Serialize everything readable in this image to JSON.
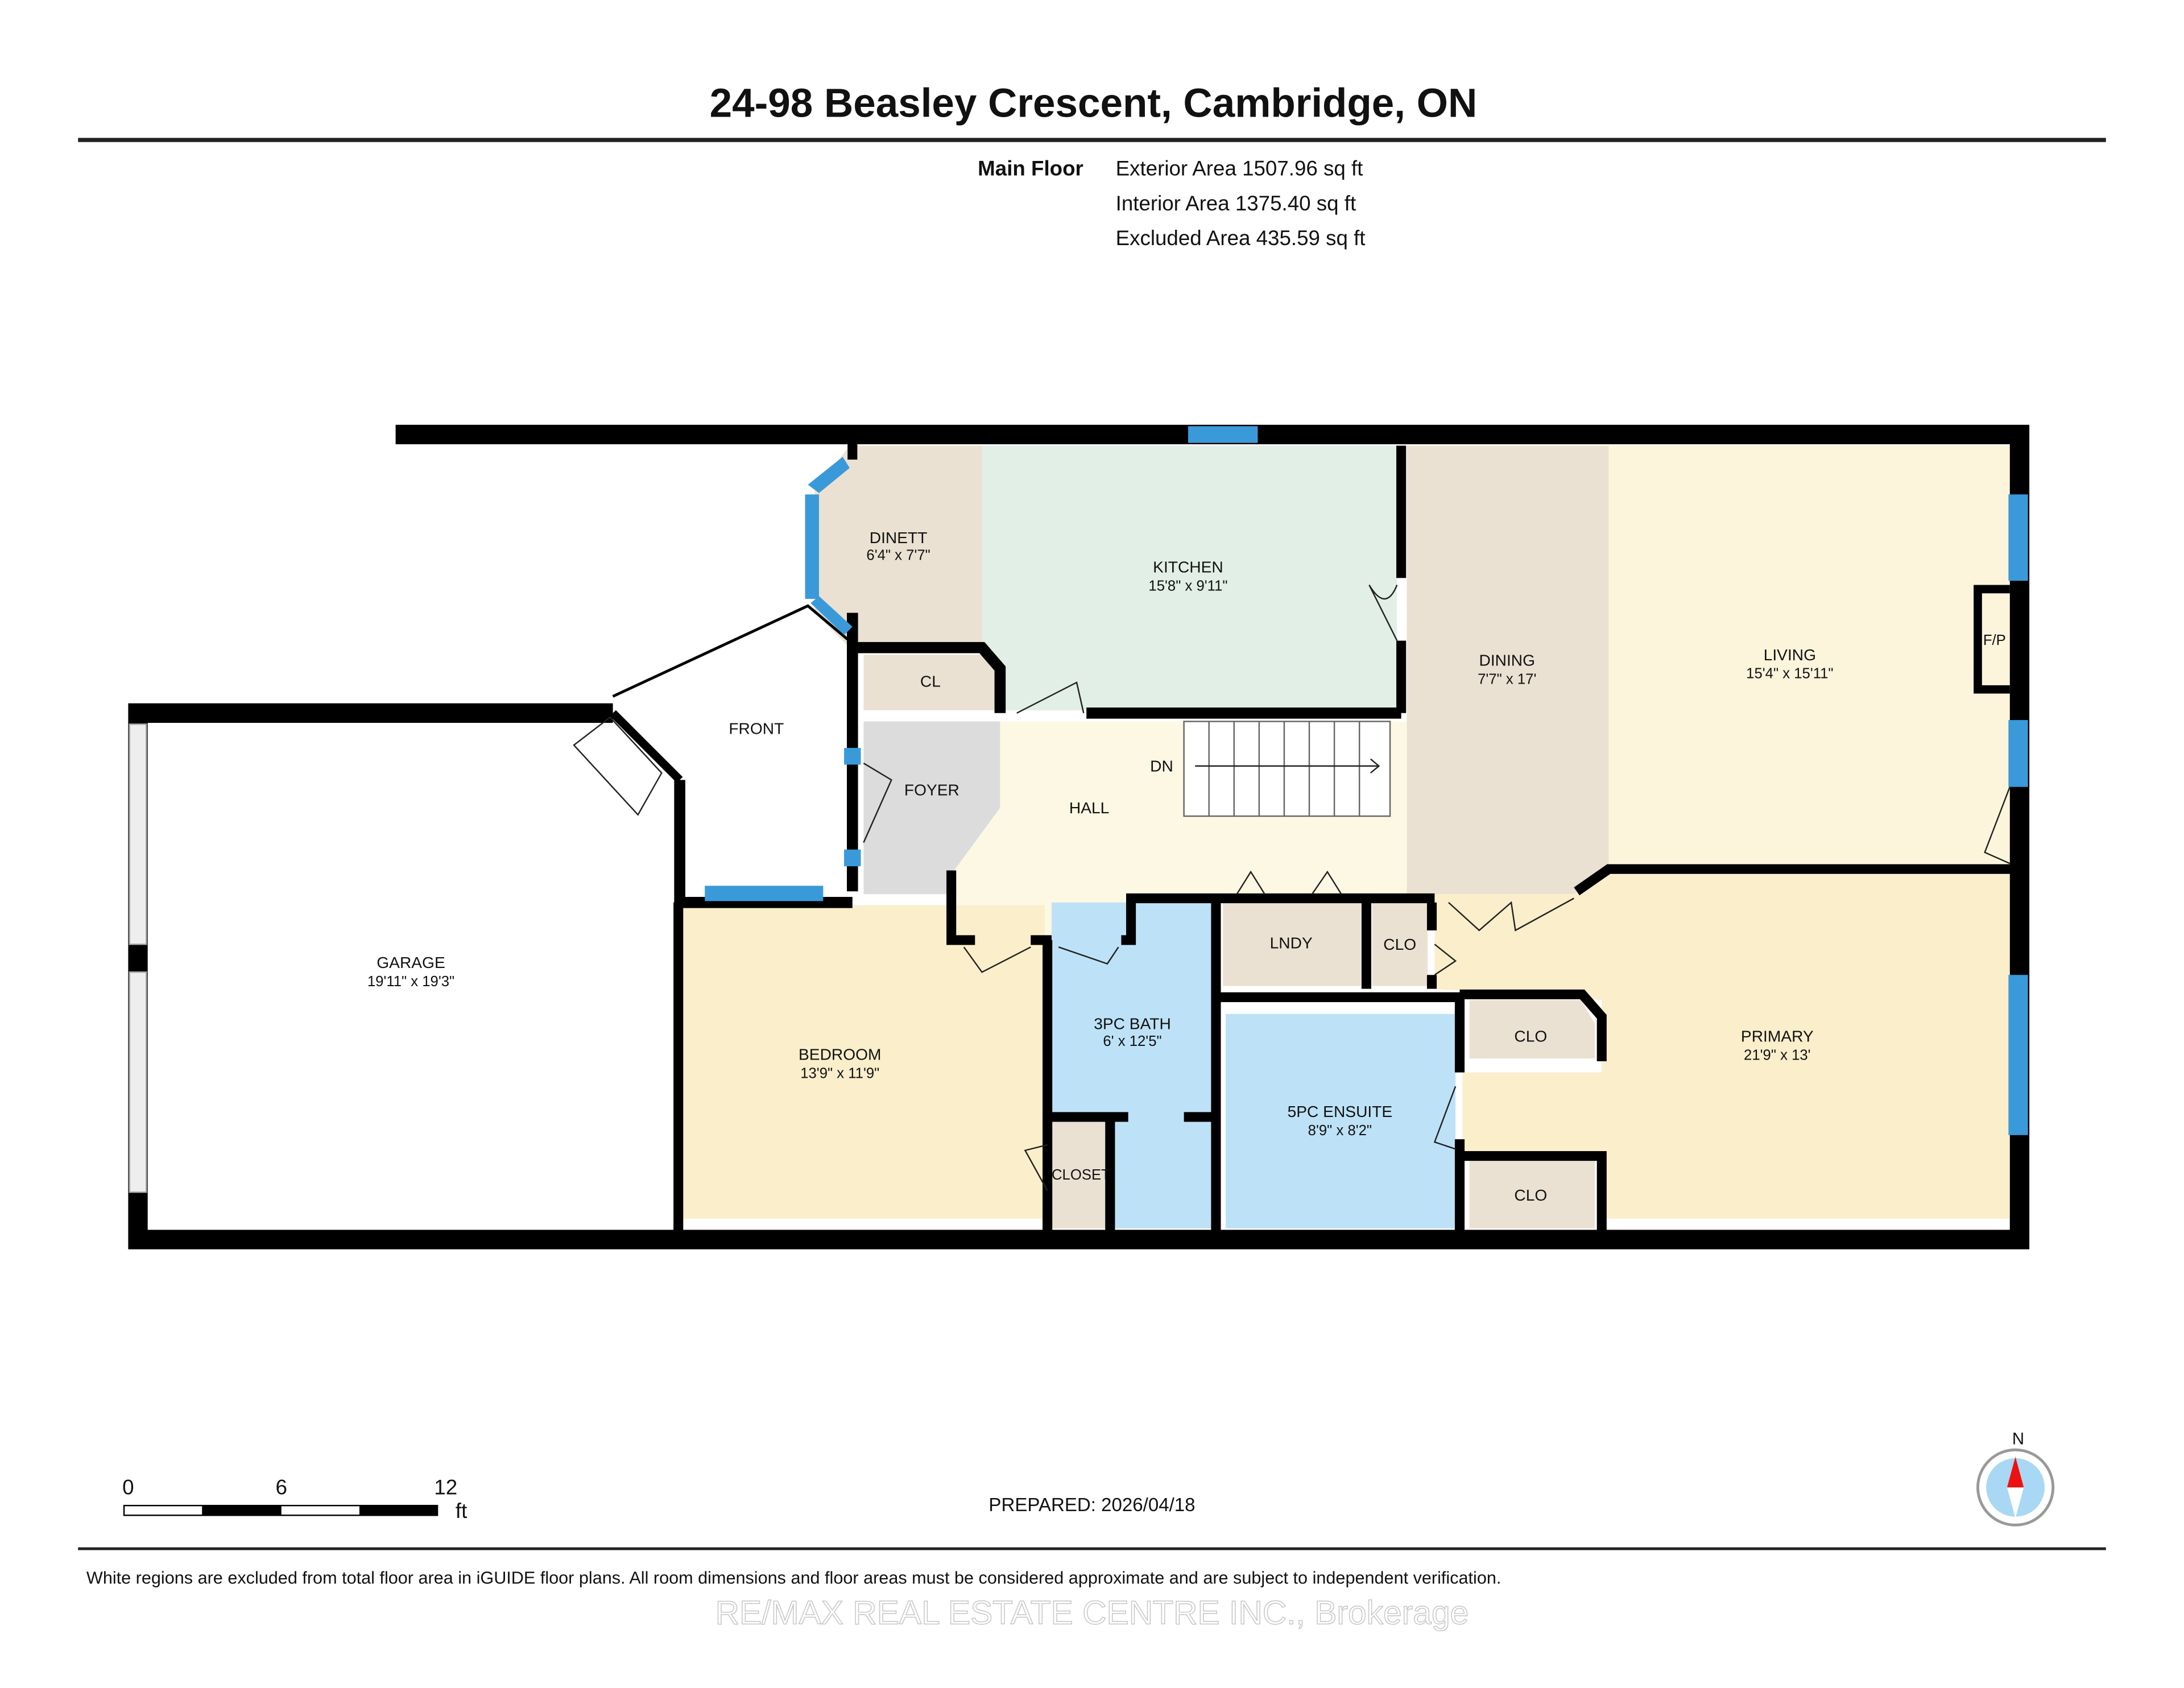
{
  "title": "24-98 Beasley Crescent, Cambridge, ON",
  "areas": {
    "floor_label": "Main Floor",
    "exterior": "Exterior Area 1507.96 sq ft",
    "interior": "Interior Area 1375.40 sq ft",
    "excluded": "Excluded Area 435.59 sq ft"
  },
  "rooms": {
    "garage": {
      "name": "GARAGE",
      "dims": "19'11\" x 19'3\""
    },
    "front": {
      "name": "FRONT"
    },
    "dinett": {
      "name": "DINETT",
      "dims": "6'4\" x 7'7\""
    },
    "kitchen": {
      "name": "KITCHEN",
      "dims": "15'8\" x 9'11\""
    },
    "dining": {
      "name": "DINING",
      "dims": "7'7\" x 17'"
    },
    "living": {
      "name": "LIVING",
      "dims": "15'4\" x 15'11\""
    },
    "fireplace": {
      "name": "F/P"
    },
    "cl": {
      "name": "CL"
    },
    "foyer": {
      "name": "FOYER"
    },
    "hall": {
      "name": "HALL"
    },
    "stairs": {
      "name": "DN"
    },
    "bedroom": {
      "name": "BEDROOM",
      "dims": "13'9\" x 11'9\""
    },
    "bath3": {
      "name": "3PC BATH",
      "dims": "6' x 12'5\""
    },
    "closet": {
      "name": "CLOSET"
    },
    "lndy": {
      "name": "LNDY"
    },
    "clo1": {
      "name": "CLO"
    },
    "ensuite": {
      "name": "5PC ENSUITE",
      "dims": "8'9\" x 8'2\""
    },
    "clo2": {
      "name": "CLO"
    },
    "clo3": {
      "name": "CLO"
    },
    "primary": {
      "name": "PRIMARY",
      "dims": "21'9\" x 13'"
    }
  },
  "scale_bar": {
    "ticks": [
      "0",
      "6",
      "12"
    ],
    "unit": "ft"
  },
  "compass": {
    "label": "N"
  },
  "prepared": "PREPARED: 2026/04/18",
  "disclaimer": "White regions are excluded from total floor area in iGUIDE floor plans. All room dimensions and floor areas must be considered approximate and are subject to independent verification.",
  "watermark": "RE/MAX REAL ESTATE CENTRE INC., Brokerage",
  "colors": {
    "wall": "#000000",
    "window": "#3a9ad9",
    "tan": "#ebe1d2",
    "kitchen": "#e2efe6",
    "living": "#fcf5dc",
    "hall": "#fdf8e3",
    "bedroom": "#fbeecb",
    "bath": "#bde2f8",
    "foyer": "#dcdcdc"
  }
}
